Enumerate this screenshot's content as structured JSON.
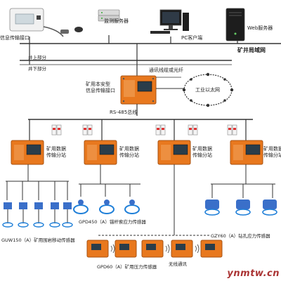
{
  "labels": {
    "info_interface": "信息传输接口",
    "monitor_server": "监测服务器",
    "pc_client": "PC客户端",
    "web_server": "Web服务器",
    "mine_lan": "矿井局域网",
    "above_ground": "井上部分",
    "below_ground": "井下部分",
    "fiber": "通讯线缆或光纤",
    "industrial_ethernet": "工业以太网",
    "main_box_line1": "矿用本安型",
    "main_box_line2": "信息传输接口",
    "rs485": "RS-485总线",
    "substation_line1": "矿用数据",
    "substation_line2": "传输分站",
    "sensor_group_1": "GUW150（A）矿用围岩移动传感器",
    "sensor_group_2": "GPD450（A）锚杆索应力传感器",
    "sensor_group_3": "GZY60（A）钻孔应力传感器",
    "sensor_group_4": "GPD60（A）矿用压力传感器",
    "wireless": "无线通讯"
  },
  "watermark": "ynmtw.cn",
  "colors": {
    "orange": "#e8781e",
    "orange_dark": "#b45410",
    "screen": "#2a3d4a",
    "sensor_blue": "#3a6fc9",
    "cable_blue": "#1f7fd8",
    "line": "#333333"
  }
}
